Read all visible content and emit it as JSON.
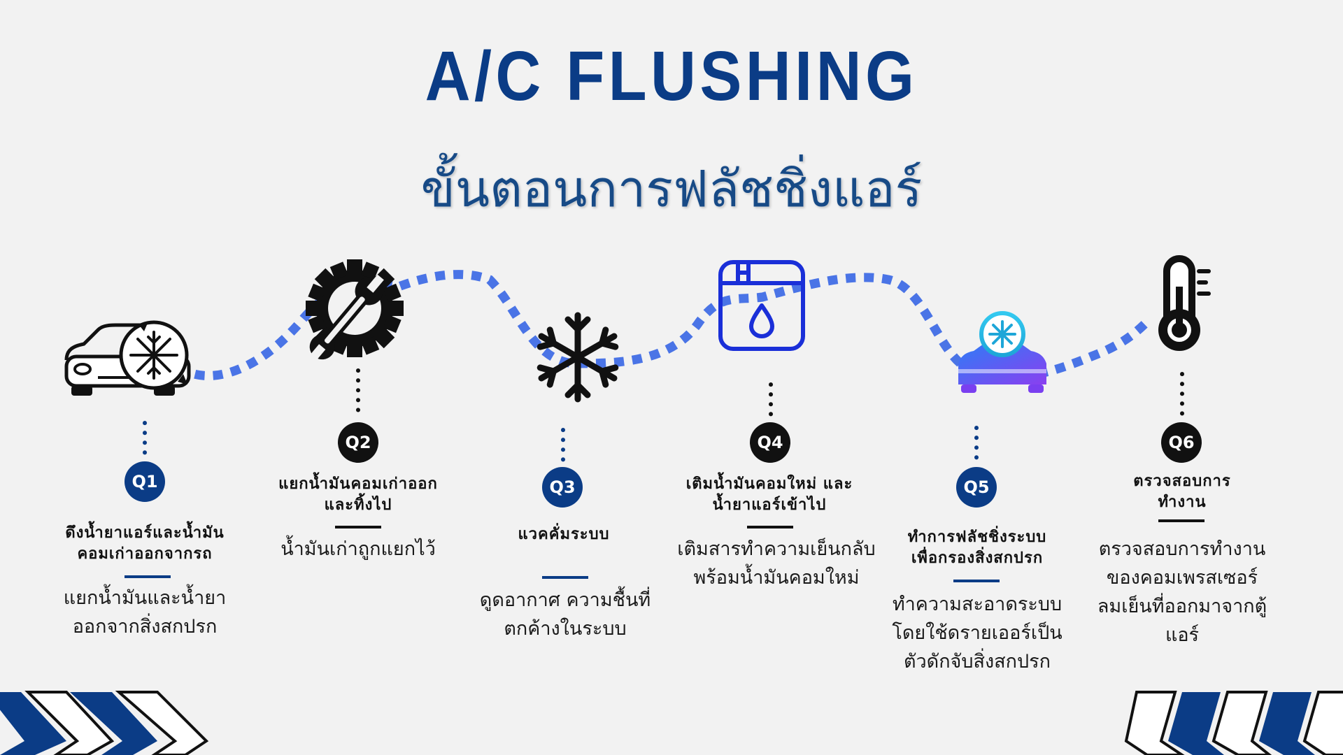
{
  "header": {
    "title": "A/C FLUSHING",
    "subtitle": "ขั้นตอนการฟลัชชิ่งแอร์"
  },
  "colors": {
    "navy": "#0b3c86",
    "dots": "#4a74e6",
    "black": "#111111",
    "background": "#f2f2f2"
  },
  "steps": [
    {
      "badge": "Q1",
      "title": "ดึงน้ำยาแอร์และน้ำมัน\nคอมเก่าออกจากรถ",
      "desc": "แยกน้ำมันและน้ำยา\nออกจากสิ่งสกปรก",
      "icon": "car-snowflake-icon"
    },
    {
      "badge": "Q2",
      "title": "แยกน้ำมันคอมเก่าออก\nและทิ้งไป",
      "desc": "น้ำมันเก่าถูกแยกไว้",
      "icon": "gear-wrench-icon"
    },
    {
      "badge": "Q3",
      "title": "แวคคั่มระบบ",
      "desc": "ดูดอากาศ  ความชื้นที่\nตกค้างในระบบ",
      "icon": "snowflake-icon"
    },
    {
      "badge": "Q4",
      "title": "เติมน้ำมันคอมใหม่ และ\nน้ำยาแอร์เข้าไป",
      "desc": "เติมสารทำความเย็นกลับ\nพร้อมน้ำมันคอมใหม่",
      "icon": "oil-tank-icon"
    },
    {
      "badge": "Q5",
      "title": "ทำการฟลัชชิ่งระบบ\nเพื่อกรองสิ่งสกปรก",
      "desc": "ทำความสะอาดระบบ\nโดยใช้ดรายเออร์เป็น\nตัวดักจับสิ่งสกปรก",
      "icon": "car-ac-icon"
    },
    {
      "badge": "Q6",
      "title": "ตรวจสอบการ\nทำงาน",
      "desc": "ตรวจสอบการทำงาน\nของคอมเพรสเซอร์\nลมเย็นที่ออกมาจากตู้\nแอร์",
      "icon": "thermometer-icon"
    }
  ]
}
